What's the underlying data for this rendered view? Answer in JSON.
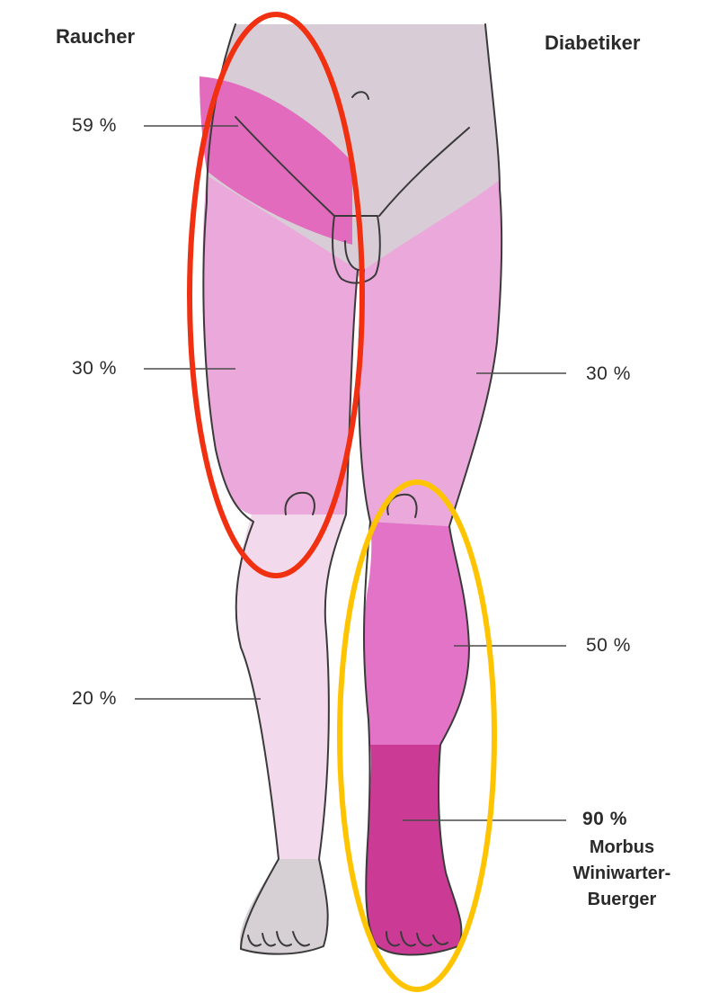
{
  "headings": {
    "left": "Raucher",
    "right": "Diabetiker"
  },
  "labels": {
    "smoker_pelvis": "59 %",
    "smoker_thigh": "30 %",
    "smoker_lower_leg": "20 %",
    "diabetic_thigh": "30 %",
    "diabetic_lower_leg": "50 %",
    "diabetic_foot": "90 %",
    "disease_line1": "Morbus",
    "disease_line2": "Winiwarter-",
    "disease_line3": "Buerger"
  },
  "colors": {
    "pelvis_gray": "#d8ccd6",
    "light_pink": "#eba8da",
    "very_light_pink": "#f3d9ec",
    "medium_pink": "#e373c6",
    "dark_magenta": "#cb3a95",
    "hot_pink": "#e26bbd",
    "foot_gray": "#d6cfd4",
    "red_circle": "#f03010",
    "yellow_circle": "#ffc400",
    "outline": "#3a3a3a"
  }
}
